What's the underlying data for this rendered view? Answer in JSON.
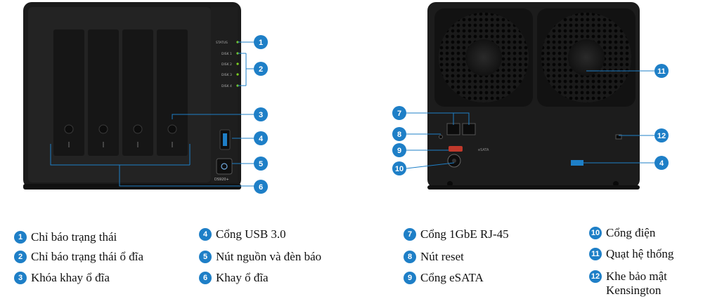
{
  "device_model": "DS920+",
  "front_led_labels": [
    "STATUS",
    "DISK 1",
    "DISK 2",
    "DISK 3",
    "DISK 4"
  ],
  "rear_label": "eSATA",
  "callouts": [
    "1",
    "2",
    "3",
    "4",
    "5",
    "6",
    "7",
    "8",
    "9",
    "10",
    "11",
    "12"
  ],
  "legend": [
    {
      "num": "1",
      "text": "Chỉ báo trạng thái"
    },
    {
      "num": "2",
      "text": "Chỉ báo trạng thái ổ đĩa"
    },
    {
      "num": "3",
      "text": "Khóa khay ổ đĩa"
    },
    {
      "num": "4",
      "text": "Cổng USB 3.0"
    },
    {
      "num": "5",
      "text": "Nút nguồn và đèn báo"
    },
    {
      "num": "6",
      "text": "Khay ổ đĩa"
    },
    {
      "num": "7",
      "text": "Cổng 1GbE RJ-45"
    },
    {
      "num": "8",
      "text": "Nút reset"
    },
    {
      "num": "9",
      "text": "Cổng eSATA"
    },
    {
      "num": "10",
      "text": "Cổng điện"
    },
    {
      "num": "11",
      "text": "Quạt hệ thống"
    },
    {
      "num": "12",
      "text": "Khe bảo mật Kensington"
    }
  ],
  "colors": {
    "badge": "#1e7fc7",
    "device": "#1b1b1b",
    "line": "#1e7fc7"
  }
}
